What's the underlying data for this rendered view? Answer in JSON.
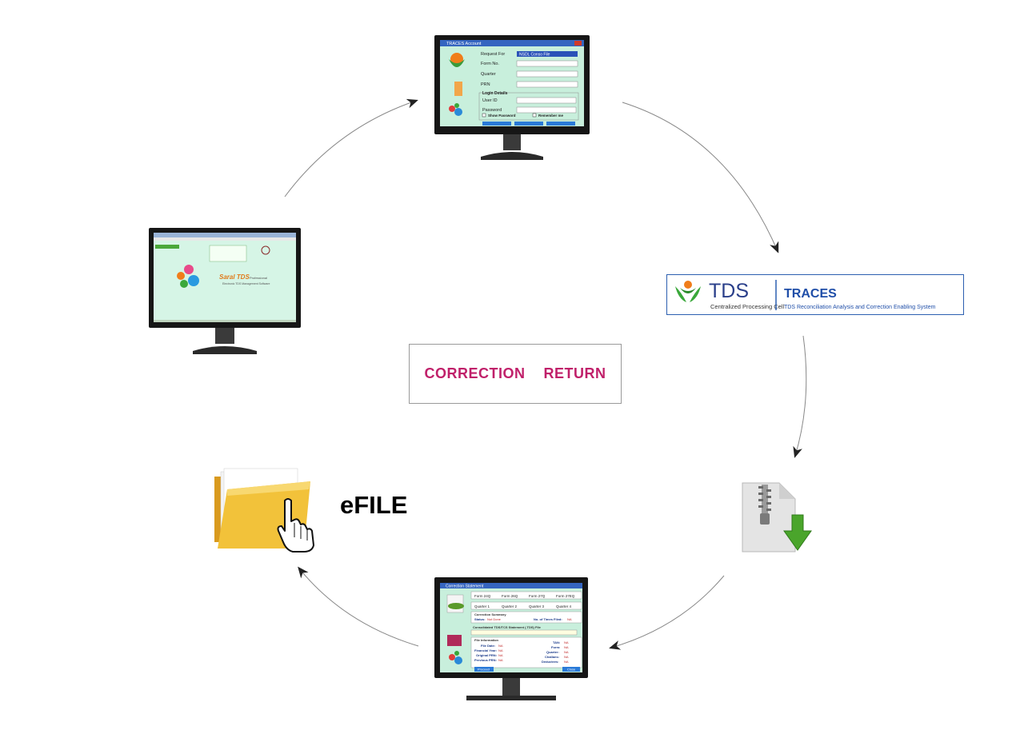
{
  "center_label": "CORRECTION  RETURN",
  "efile_label": "eFILE",
  "traces_banner": {
    "tds_text": "TDS",
    "cpc_text": "Centralized Processing Cell",
    "traces_title": "TRACES",
    "traces_subtitle": "TDS Reconciliation Analysis and Correction Enabling System"
  },
  "traces_login_window": {
    "title": "TRACES Account",
    "request_for_label": "Request For",
    "request_for_value": "NSDL Conso File",
    "form_no_label": "Form No.",
    "quarter_label": "Quarter",
    "prn_label": "PRN",
    "login_details_label": "Login Details",
    "user_id_label": "User ID",
    "password_label": "Password",
    "show_password_label": "Show Password",
    "remember_me_label": "Remember me"
  },
  "software_window": {
    "brand": "Saral TDS",
    "brand_suffix": "Professional",
    "tagline": "Electronic TDS Management Software"
  },
  "correction_window": {
    "title": "Correction Statement",
    "forms": [
      "Form 24Q",
      "Form 26Q",
      "Form 27Q",
      "Form 27EQ"
    ],
    "quarters": [
      "Quarter 1",
      "Quarter 2",
      "Quarter 3",
      "Quarter 4"
    ],
    "summary_label": "Correction Summary",
    "status_label": "Status:",
    "status_value": "Not Done",
    "times_filed_label": "No. of Times Filed:",
    "times_filed_value": "NA",
    "consolidated_label": "Consolidated TDS/TCS Statement (.TDS) File",
    "file_info_label": "File Information",
    "file_date_label": "File Date:",
    "financial_year_label": "Financial Year:",
    "original_prn_label": "Original PRN:",
    "previous_prn_label": "Previous PRN:",
    "tan_label": "TAN:",
    "form_label": "Form:",
    "quarter_label": "Quarter:",
    "challans_label": "Challans:",
    "deductees_label": "Deductees:",
    "na": "NA",
    "proceed_label": "Proceed",
    "close_label": "Close"
  },
  "colors": {
    "accent": "#c0206a",
    "traces_blue": "#2c5fb0",
    "screen_green": "#c8efdc",
    "folder_yellow": "#f2c23a",
    "download_green": "#4aa52b"
  }
}
